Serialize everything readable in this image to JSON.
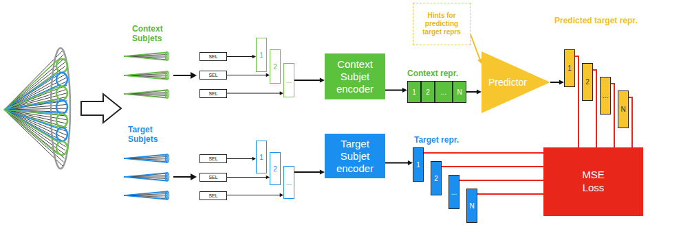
{
  "diagram": {
    "nodes": [
      {
        "text": [
          "SEL"
        ]
      },
      {
        "text": [
          "SEL"
        ]
      },
      {
        "text": [
          "SEL"
        ]
      },
      {
        "text": [
          "1"
        ]
      },
      {
        "text": [
          "2"
        ]
      },
      {
        "text": [
          "..."
        ]
      },
      {
        "text": [
          "Context Subjet encoder"
        ]
      },
      {
        "text": [
          "1"
        ]
      },
      {
        "text": [
          "2"
        ]
      },
      {
        "text": [
          "..."
        ]
      },
      {
        "text": [
          "N"
        ]
      },
      {
        "text": [
          "Hints for predicting target reprs"
        ]
      },
      {
        "text": [
          "Predictor"
        ]
      },
      {
        "text": [
          "1"
        ]
      },
      {
        "text": [
          "2"
        ]
      },
      {
        "text": [
          "..."
        ]
      },
      {
        "text": [
          "N"
        ]
      },
      {
        "text": [
          "MSE Loss"
        ]
      },
      {
        "text": [
          "SEL"
        ]
      },
      {
        "text": [
          "SEL"
        ]
      },
      {
        "text": [
          "SEL"
        ]
      },
      {
        "text": [
          "1"
        ]
      },
      {
        "text": [
          "2"
        ]
      },
      {
        "text": [
          "..."
        ]
      },
      {
        "text": [
          "Target Subjet encoder"
        ]
      },
      {
        "text": [
          "1"
        ]
      },
      {
        "text": [
          "2"
        ]
      },
      {
        "text": [
          "..."
        ]
      },
      {
        "text": [
          "N"
        ]
      }
    ],
    "edges": [
      {
        "from": 0,
        "to": 3,
        "arrow": "to"
      },
      {
        "from": 1,
        "to": 4,
        "arrow": "to"
      },
      {
        "from": 2,
        "to": 5,
        "arrow": "to"
      },
      {
        "from": 5,
        "to": 6,
        "arrow": "to"
      },
      {
        "from": 6,
        "to": 7,
        "arrow": "to"
      },
      {
        "from": 10,
        "to": 12,
        "arrow": "to"
      },
      {
        "from": 11,
        "to": 12,
        "arrow": "to"
      },
      {
        "from": 12,
        "to": 13,
        "arrow": "to"
      },
      {
        "from": 13,
        "to": 17,
        "arrow": "none"
      },
      {
        "from": 14,
        "to": 17,
        "arrow": "none"
      },
      {
        "from": 15,
        "to": 17,
        "arrow": "none"
      },
      {
        "from": 16,
        "to": 17,
        "arrow": "none"
      },
      {
        "from": 18,
        "to": 21,
        "arrow": "to"
      },
      {
        "from": 19,
        "to": 22,
        "arrow": "to"
      },
      {
        "from": 20,
        "to": 23,
        "arrow": "to"
      },
      {
        "from": 23,
        "to": 24,
        "arrow": "to"
      },
      {
        "from": 24,
        "to": 25,
        "arrow": "to"
      },
      {
        "from": 25,
        "to": 17,
        "arrow": "none"
      },
      {
        "from": 26,
        "to": 17,
        "arrow": "none"
      },
      {
        "from": 27,
        "to": 17,
        "arrow": "none"
      },
      {
        "from": 28,
        "to": 17,
        "arrow": "none"
      }
    ],
    "labels": [
      "Context Subjets",
      "Target Subjets",
      "Context repr.",
      "Predicted target repr.",
      "Target repr."
    ]
  }
}
